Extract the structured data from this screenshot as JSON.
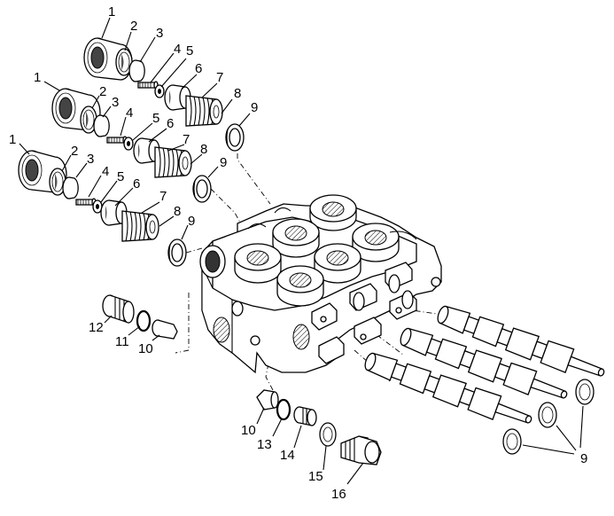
{
  "callouts": {
    "a1": "1",
    "a2": "2",
    "a3": "3",
    "a4": "4",
    "a5": "5",
    "a6": "6",
    "a7": "7",
    "a8": "8",
    "a9": "9",
    "b1": "1",
    "b2": "2",
    "b3": "3",
    "b4": "4",
    "b5": "5",
    "b6": "6",
    "b7": "7",
    "b8": "8",
    "b9": "9",
    "c1": "1",
    "c2": "2",
    "c3": "3",
    "c4": "4",
    "c5": "5",
    "c6": "6",
    "c7": "7",
    "c8": "8",
    "c9": "9",
    "p12": "12",
    "p11": "11",
    "p10a": "10",
    "p10b": "10",
    "p13": "13",
    "p14": "14",
    "p15": "15",
    "p16": "16",
    "p9r": "9"
  }
}
